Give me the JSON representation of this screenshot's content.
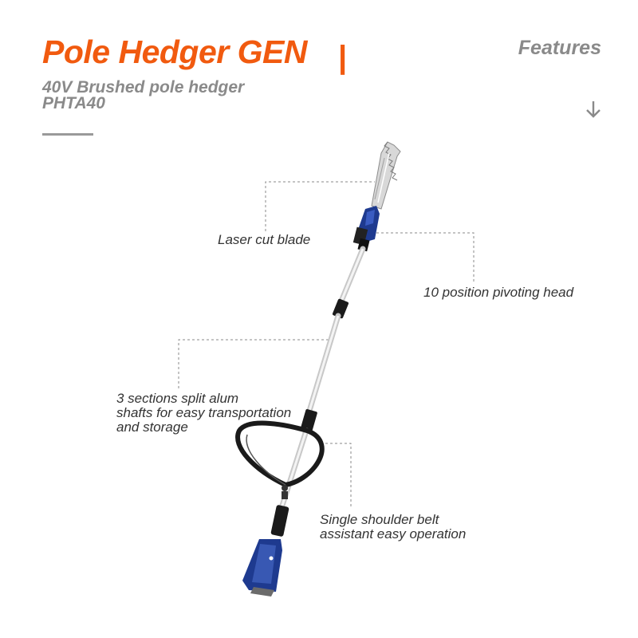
{
  "header": {
    "title": "Pole Hedger GEN",
    "title_separator": "|",
    "subtitle_line1": "40V Brushed pole hedger",
    "subtitle_line2": "PHTA40",
    "features_label": "Features",
    "scroll_icon": "arrow-down-icon"
  },
  "callouts": {
    "blade": "Laser cut blade",
    "head": "10 position pivoting head",
    "shaft_line1": "3 sections  split alum",
    "shaft_line2": "shafts for easy transportation",
    "shaft_line3": "and storage",
    "belt_line1": "Single shoulder belt",
    "belt_line2": "assistant easy operation"
  },
  "colors": {
    "accent": "#f15a0f",
    "muted": "#8a8a8a",
    "body_blue": "#1e3a8f"
  }
}
